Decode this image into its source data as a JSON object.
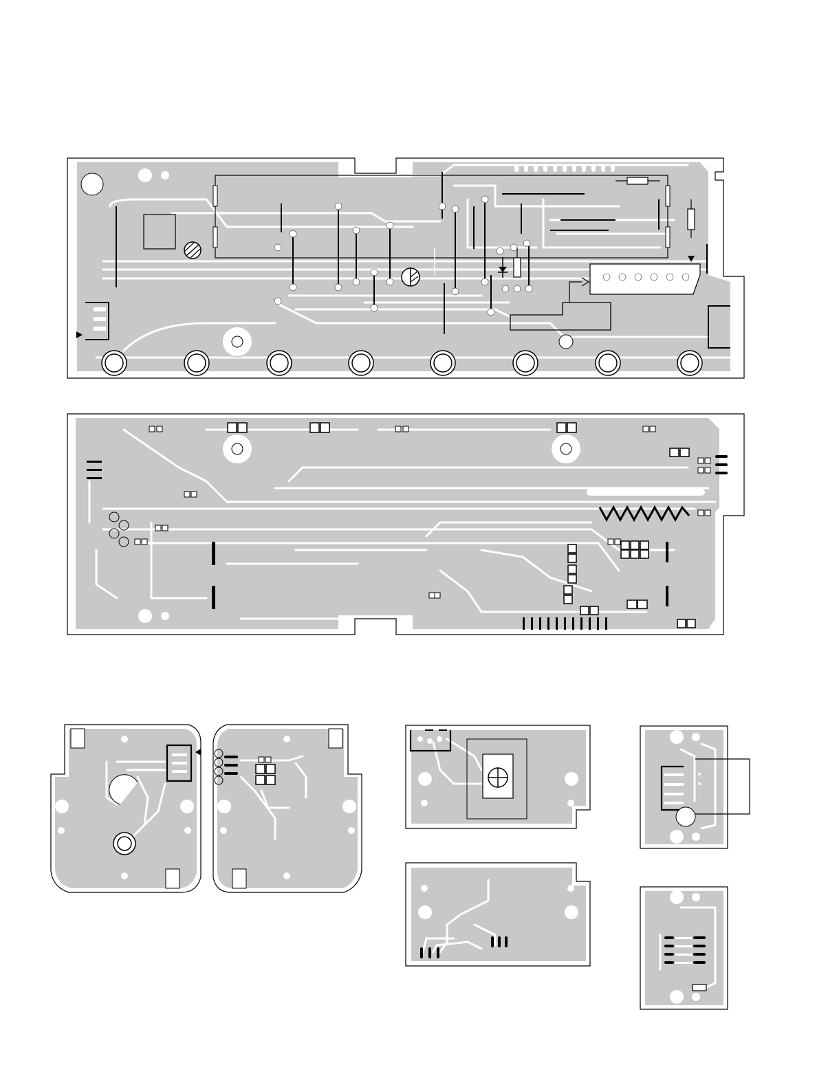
{
  "colors": {
    "background": "#ffffff",
    "copper": "#c8c8c8",
    "outline": "#000000",
    "pad_hole": "#ffffff"
  },
  "diagram": {
    "type": "pcb-foil-layout",
    "boards": [
      {
        "id": "main-board-component-side",
        "components": [
          "connector",
          "trimmer-pot",
          "trimmer-pot",
          "ic",
          "diode",
          "resistor",
          "switch-row-8"
        ]
      },
      {
        "id": "main-board-solder-side",
        "components": [
          "smd-pads",
          "connector-pads",
          "ic-pads"
        ]
      },
      {
        "id": "sub-board-a-front",
        "components": [
          "connector-4pin"
        ]
      },
      {
        "id": "sub-board-a-back",
        "components": [
          "pads-4"
        ]
      },
      {
        "id": "sub-board-b-front",
        "components": [
          "potentiometer",
          "connector"
        ]
      },
      {
        "id": "sub-board-b-back",
        "components": [
          "pads"
        ]
      },
      {
        "id": "sub-board-c-front",
        "components": [
          "connector-4pin"
        ]
      },
      {
        "id": "sub-board-c-back",
        "components": [
          "pads-4"
        ]
      }
    ]
  }
}
